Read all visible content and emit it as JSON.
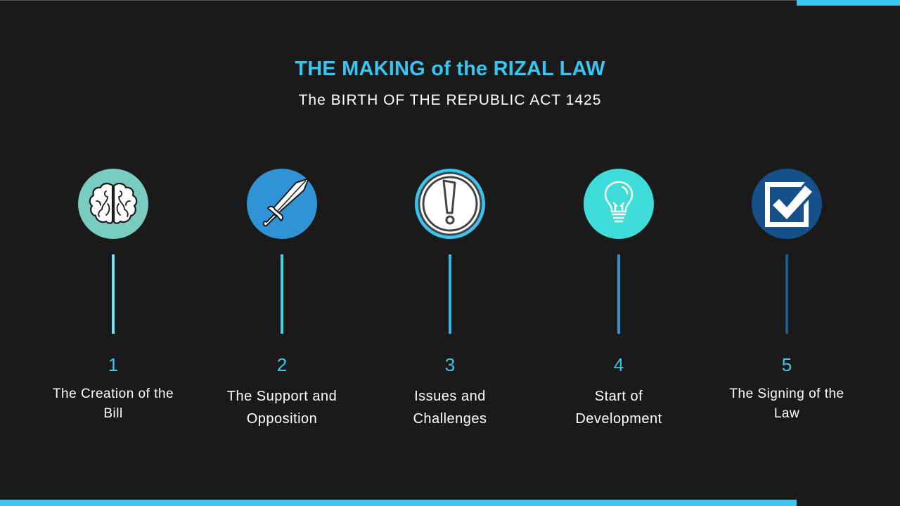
{
  "header": {
    "title": "THE MAKING of the RIZAL LAW",
    "subtitle": "The BIRTH OF THE REPUBLIC ACT 1425"
  },
  "colors": {
    "background": "#1a1a1a",
    "accent": "#38c6f0",
    "text": "#ffffff"
  },
  "steps": [
    {
      "number": "1",
      "label": "The Creation of the Bill",
      "icon": "brain-icon",
      "circle_color": "#79cdc0",
      "line_color": "#6fe0ef"
    },
    {
      "number": "2",
      "label": "The Support and Opposition",
      "icon": "sword-icon",
      "circle_color": "#2f93d6",
      "line_color": "#3fd5e0"
    },
    {
      "number": "3",
      "label": "Issues and Challenges",
      "icon": "exclamation-icon",
      "circle_color": "#38c6f0",
      "line_color": "#2fb8e4"
    },
    {
      "number": "4",
      "label": "Start of Development",
      "icon": "lightbulb-icon",
      "circle_color": "#3fdcd9",
      "line_color": "#2f8fd0"
    },
    {
      "number": "5",
      "label": "The Signing of the Law",
      "icon": "checkbox-icon",
      "circle_color": "#15508a",
      "line_color": "#165a92"
    }
  ]
}
